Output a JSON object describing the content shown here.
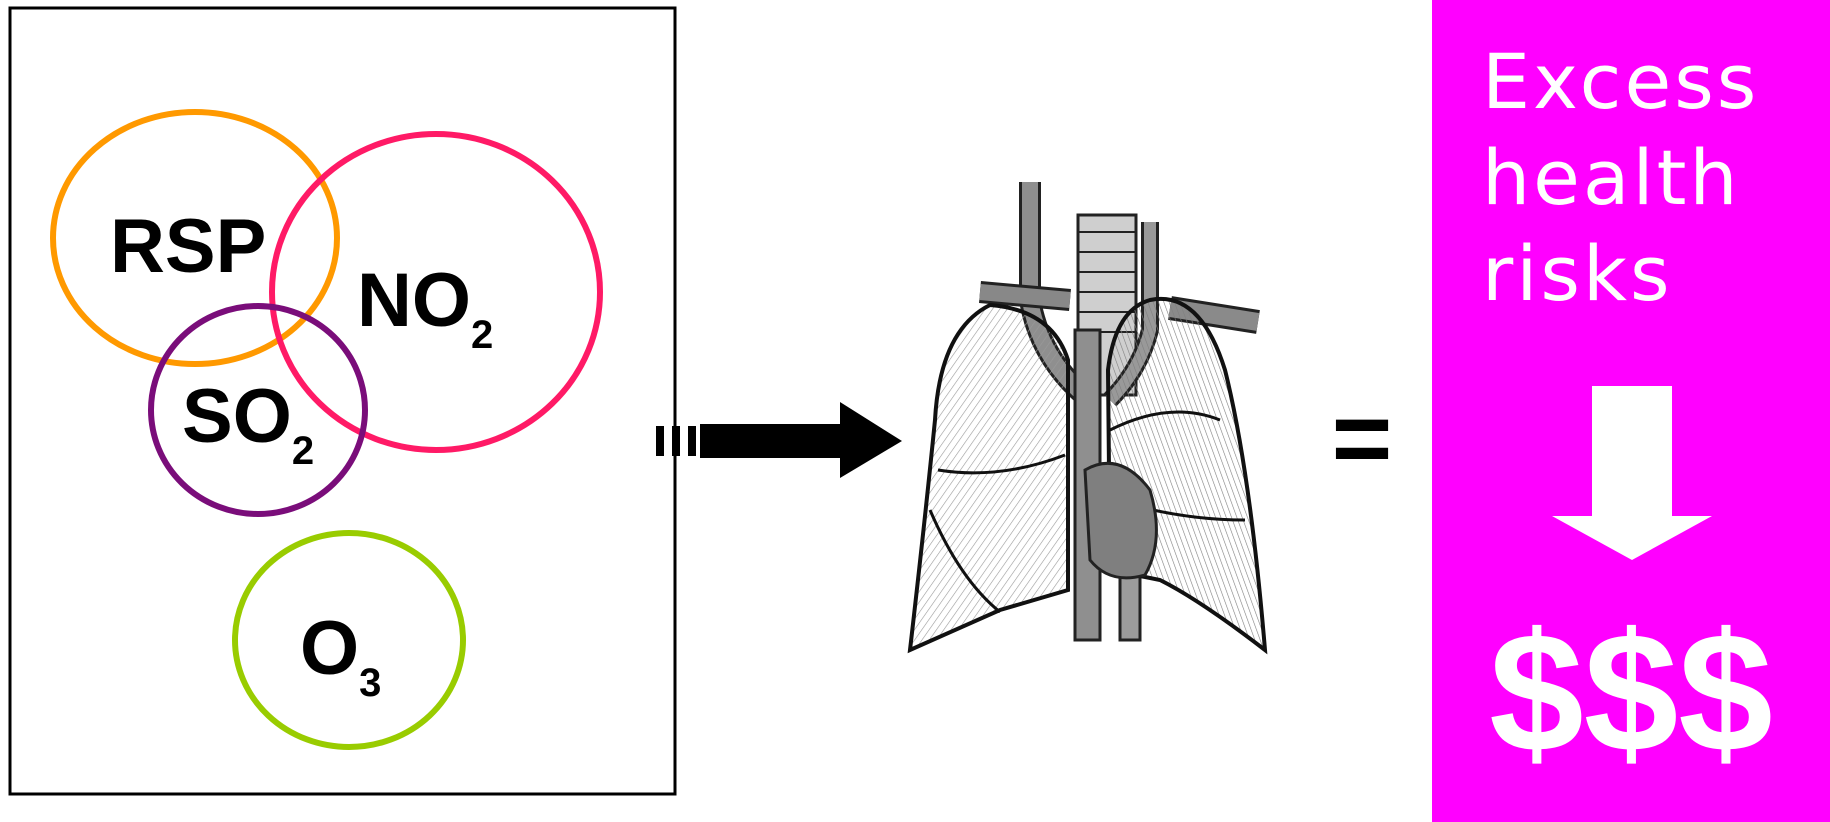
{
  "pollutants": [
    {
      "id": "rsp",
      "base": "RSP",
      "subscript": "",
      "color": "#ff9900"
    },
    {
      "id": "no2",
      "base": "NO",
      "subscript": "2",
      "color": "#ff1a66"
    },
    {
      "id": "so2",
      "base": "SO",
      "subscript": "2",
      "color": "#7a0d7a"
    },
    {
      "id": "o3",
      "base": "O",
      "subscript": "3",
      "color": "#99cc00"
    }
  ],
  "equals_sign": "=",
  "impact": {
    "lines": [
      "Excess",
      "health",
      "risks"
    ],
    "result": "$$$",
    "background": "#ff00ff",
    "text_color": "#ffffff"
  },
  "icons": {
    "flow_arrow": "right-arrow-icon",
    "organ": "lungs-illustration",
    "down_arrow": "down-arrow-icon"
  }
}
